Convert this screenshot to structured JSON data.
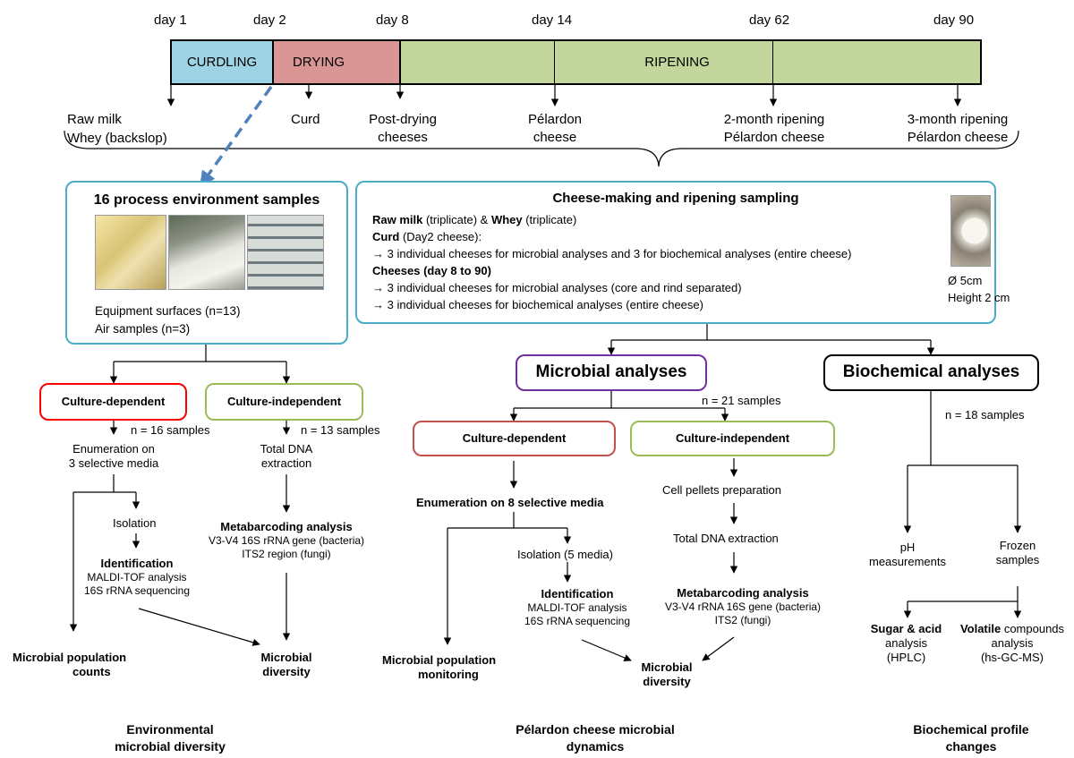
{
  "colors": {
    "curdling": "#9ed3e5",
    "drying": "#d99694",
    "ripening": "#c3d69b",
    "env_border": "#4bacc6",
    "arrow_dashed": "#4f81bd",
    "culture_dependent_env": "#ff0000",
    "culture_dependent": "#c0504d",
    "culture_independent": "#9bbb59",
    "microbial_border": "#7030a0",
    "biochem_border": "#000000"
  },
  "timeline": {
    "days": [
      "day 1",
      "day 2",
      "day 8",
      "day 14",
      "day 62",
      "day 90"
    ],
    "phases": {
      "curdling": "CURDLING",
      "drying": "DRYING",
      "ripening": "RIPENING"
    }
  },
  "samples": {
    "raw_milk": "Raw milk",
    "whey": "Whey (backslop)",
    "curd": "Curd",
    "post_drying_1": "Post-drying",
    "post_drying_2": "cheeses",
    "pelardon_1": "Pélardon",
    "pelardon_2": "cheese",
    "two_month_1": "2-month ripening",
    "two_month_2": "Pélardon cheese",
    "three_month_1": "3-month ripening",
    "three_month_2": "Pélardon cheese"
  },
  "env_box": {
    "title": "16 process environment samples",
    "photos": [
      "cheese-molds-photo",
      "cheeses-drying-photo",
      "ripening-racks-photo"
    ],
    "line1": "Equipment surfaces (n=13)",
    "line2": "Air samples (n=3)"
  },
  "cheese_box": {
    "title": "Cheese-making and ripening sampling",
    "raw_milk_bold": "Raw milk",
    "raw_milk_rest": " (triplicate) & ",
    "whey_bold": "Whey",
    "whey_rest": " (triplicate)",
    "curd_bold": "Curd",
    "curd_rest": " (Day2 cheese):",
    "curd_item": "→ 3 individual cheeses for microbial analyses and 3 for biochemical analyses (entire cheese)",
    "cheeses_bold": "Cheeses (day 8 to 90)",
    "cheeses_item1": "→ 3 individual cheeses for microbial analyses (core and rind separated)",
    "cheeses_item2": "→ 3 individual cheeses for biochemical analyses (entire cheese)",
    "diameter": "Ø 5cm",
    "height": "Height 2 cm"
  },
  "env_flow": {
    "dependent_title": "Culture-dependent",
    "dependent_n": "n = 16 samples",
    "independent_title": "Culture-independent",
    "independent_n": "n = 13 samples",
    "enum_1": "Enumeration on",
    "enum_2": "3 selective media",
    "isolation": "Isolation",
    "identification": "Identification",
    "maldi": "MALDI-TOF analysis",
    "sequencing": "16S rRNA sequencing",
    "dna_1": "Total DNA",
    "dna_2": "extraction",
    "meta_title": "Metabarcoding analysis",
    "meta_1": "V3-V4 16S rRNA gene (bacteria)",
    "meta_2": "ITS2 region (fungi)",
    "counts_1": "Microbial population",
    "counts_2": "counts",
    "diversity_1": "Microbial",
    "diversity_2": "diversity",
    "footer_1": "Environmental",
    "footer_2": "microbial diversity"
  },
  "micro_flow": {
    "title": "Microbial analyses",
    "n": "n = 21 samples",
    "dependent_title": "Culture-dependent",
    "independent_title": "Culture-independent",
    "enum_prefix": "Enumeration on ",
    "enum_suffix": "8 selective media",
    "isolation": "Isolation (5 media)",
    "identification": "Identification",
    "maldi": "MALDI-TOF analysis",
    "sequencing": "16S rRNA sequencing",
    "pellets": "Cell pellets preparation",
    "dna": "Total DNA extraction",
    "meta_title": "Metabarcoding analysis",
    "meta_1": "V3-V4 rRNA 16S gene (bacteria)",
    "meta_2": "ITS2 (fungi)",
    "monitoring_1": "Microbial population",
    "monitoring_2": "monitoring",
    "diversity_1": "Microbial",
    "diversity_2": "diversity",
    "footer_1": "Pélardon cheese microbial",
    "footer_2": "dynamics"
  },
  "bio_flow": {
    "title": "Biochemical analyses",
    "n": "n = 18 samples",
    "ph_1": "pH",
    "ph_2": "measurements",
    "frozen_1": "Frozen",
    "frozen_2": "samples",
    "sugar_bold": "Sugar & acid",
    "sugar_2": "analysis",
    "sugar_3": "(HPLC)",
    "volatile_bold": "Volatile",
    "volatile_rest": " compounds",
    "volatile_2": "analysis",
    "volatile_3": "(hs-GC-MS)",
    "footer_1": "Biochemical profile",
    "footer_2": "changes"
  }
}
